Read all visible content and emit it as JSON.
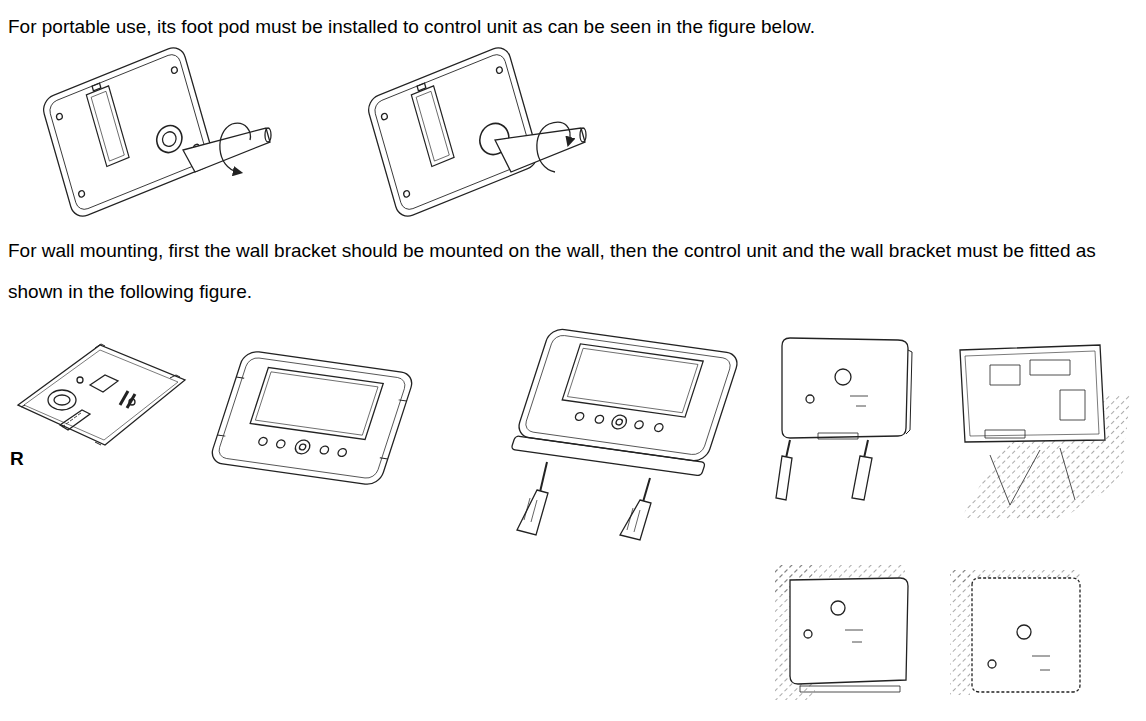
{
  "diagram": {
    "labels": [
      "For portable use, its foot pod must be installed to control unit as can be seen in the figure below.",
      "For wall mounting, first the wall bracket should be mounted on the wall, then the control unit and the wall bracket must be fitted as shown in the following figure.",
      "R"
    ]
  }
}
